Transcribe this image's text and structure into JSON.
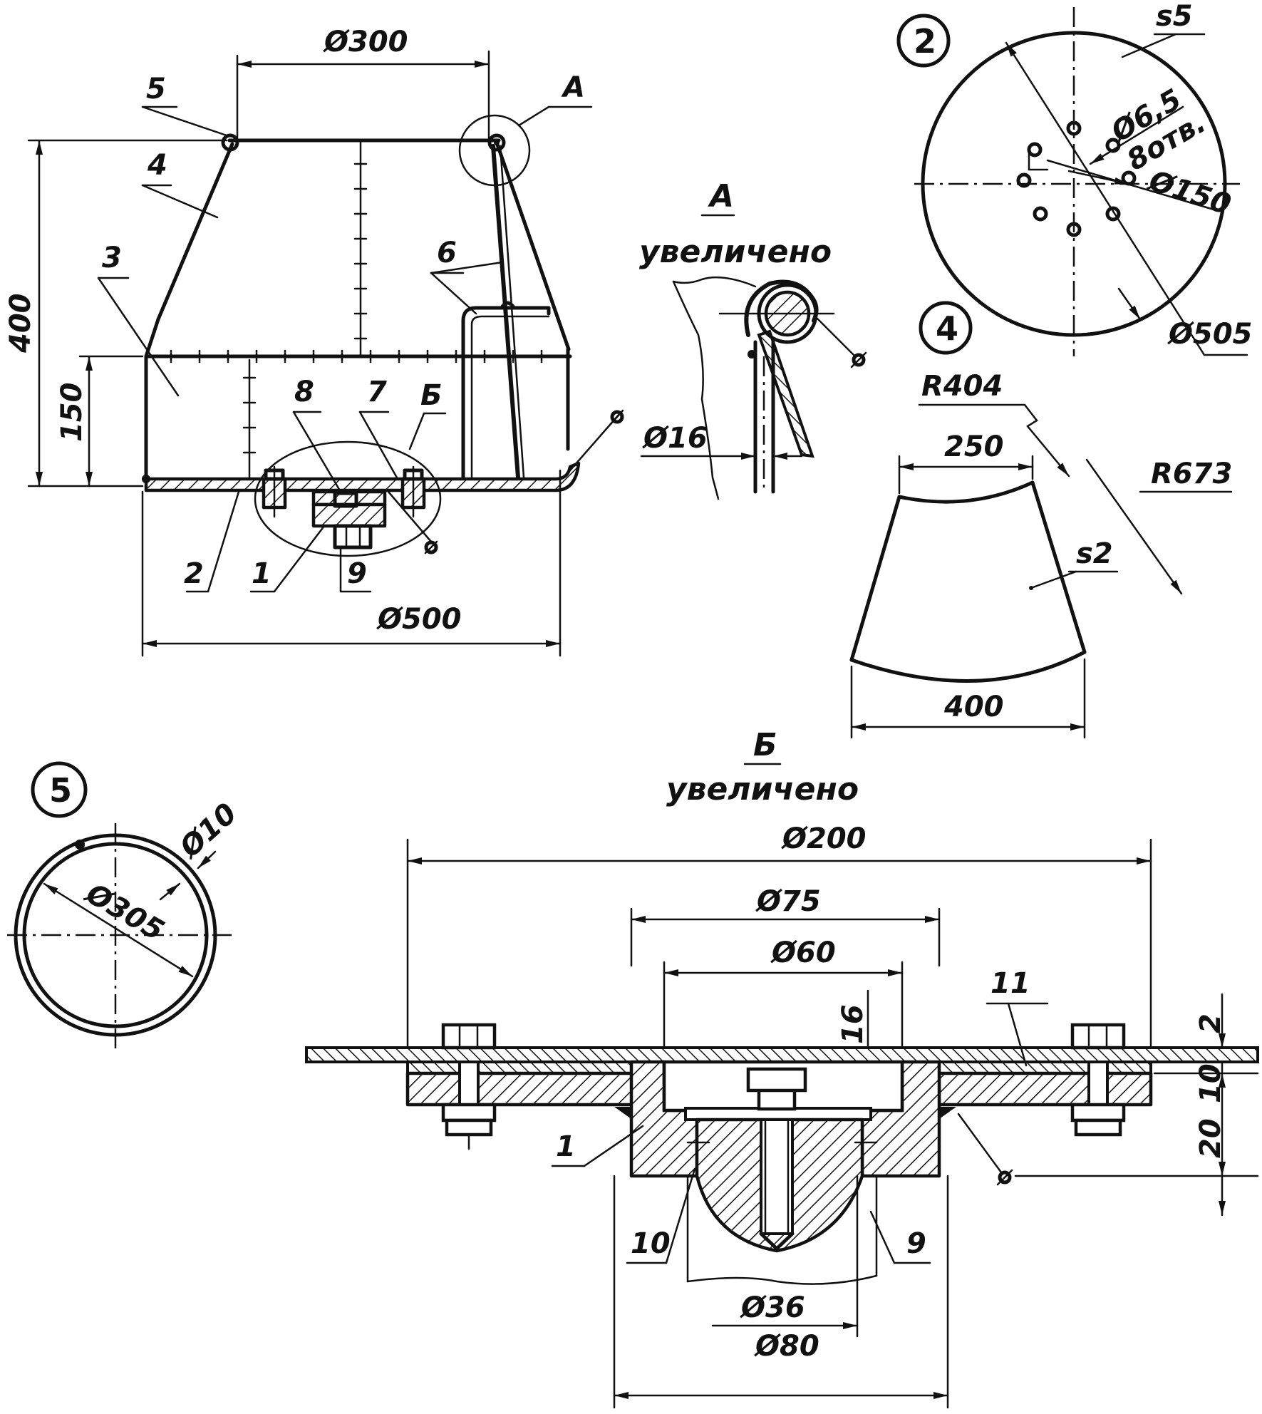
{
  "main_view": {
    "dia_top": "Ø300",
    "dia_bottom": "Ø500",
    "height_total": "400",
    "height_lower": "150",
    "detail_a_tag": "А",
    "detail_b_tag": "Б",
    "parts": {
      "p5": "5",
      "p4": "4",
      "p3": "3",
      "p6": "6",
      "p8": "8",
      "p7": "7",
      "p2": "2",
      "p1": "1",
      "p9": "9"
    }
  },
  "detail_a": {
    "title_letter": "А",
    "title_word": "увеличено",
    "dia": "Ø16"
  },
  "part2": {
    "number": "2",
    "thickness": "s5",
    "holes": "Ø6,5",
    "holes_count": "8отв.",
    "bolt_circle": "Ø150",
    "outer": "Ø505"
  },
  "part4": {
    "number": "4",
    "r_inner": "R404",
    "r_outer": "R673",
    "top_chord": "250",
    "bottom_chord": "400",
    "thickness": "s2"
  },
  "part5": {
    "number": "5",
    "wire": "Ø10",
    "dia": "Ø305"
  },
  "detail_b": {
    "title_letter": "Б",
    "title_word": "увеличено",
    "d200": "Ø200",
    "d75": "Ø75",
    "d60": "Ø60",
    "d36": "Ø36",
    "d80": "Ø80",
    "h16": "16",
    "t2": "2",
    "t10": "10",
    "t20": "20",
    "p11": "11",
    "p1": "1",
    "p10": "10",
    "p9": "9"
  }
}
